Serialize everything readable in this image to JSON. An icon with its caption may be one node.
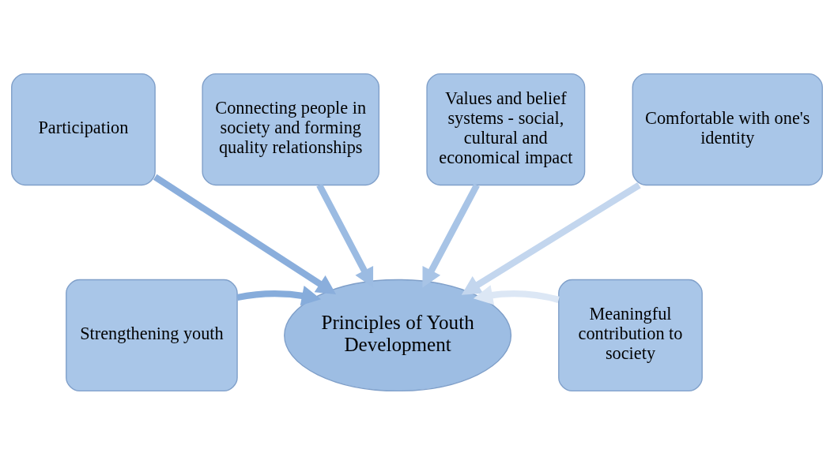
{
  "diagram": {
    "nodes": [
      {
        "text": [
          "Connecting people in society and forming quality relationships"
        ]
      },
      {
        "text": [
          "Values and belief systems - social, cultural and economical impact"
        ]
      },
      {
        "text": [
          "Participation"
        ]
      },
      {
        "text": [
          "Comfortable with one's identity"
        ]
      },
      {
        "text": [
          "Strengthening youth"
        ]
      },
      {
        "text": [
          "Principles of Youth Development"
        ]
      },
      {
        "text": [
          "Meaningful contribution to society"
        ]
      }
    ],
    "edges": [
      {
        "from": 0,
        "to": 5,
        "arrow": "to",
        "color": "#9bbbe2"
      },
      {
        "from": 1,
        "to": 5,
        "arrow": "to",
        "color": "#a8c4e6"
      },
      {
        "from": 2,
        "to": 5,
        "arrow": "to",
        "color": "#8aaedc"
      },
      {
        "from": 3,
        "to": 5,
        "arrow": "to",
        "color": "#c3d6ee"
      },
      {
        "from": 4,
        "to": 5,
        "arrow": "to",
        "color": "#86acdb"
      },
      {
        "from": 6,
        "to": 5,
        "arrow": "to",
        "color": "#dce7f5"
      }
    ]
  }
}
